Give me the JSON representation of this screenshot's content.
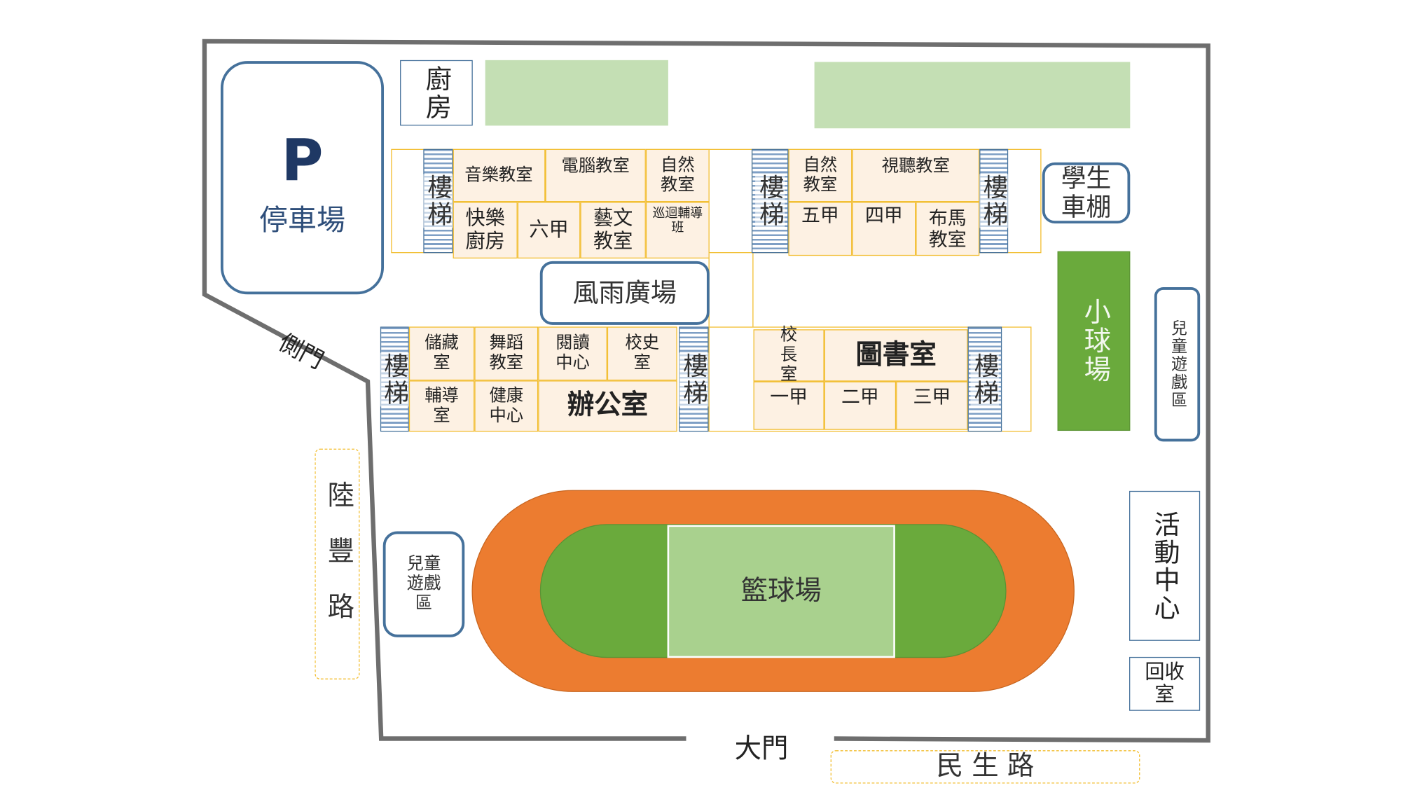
{
  "parking": {
    "symbol": "P",
    "label": "停車場"
  },
  "kitchen": "廚房",
  "student_shed": "學生車棚",
  "side_gate": "側門",
  "main_gate": "大門",
  "roads": {
    "west": "陸豐路",
    "south": "民 生 路"
  },
  "plaza": "風雨廣場",
  "stairs": "樓梯",
  "small_court": "小球場",
  "playground": "兒童遊戲區",
  "activity_center": "活動中心",
  "recycling_room": "回收室",
  "basketball_court": "籃球場",
  "north_west_block": {
    "music_room": "音樂教室",
    "computer_room": "電腦教室",
    "science_room_1": "自然教室",
    "happy_kitchen": "快樂廚房",
    "class_6a": "六甲",
    "arts_room": "藝文教室",
    "itinerant_class": "巡迴輔導班"
  },
  "north_east_block": {
    "science_room_2": "自然教室",
    "av_room": "視聽教室",
    "class_5a": "五甲",
    "class_4a": "四甲",
    "puppet_room": "布馬教室"
  },
  "south_west_block": {
    "storage": "儲藏室",
    "dance_room": "舞蹈教室",
    "reading_center": "閱讀中心",
    "history_room": "校史室",
    "counseling_room": "輔導室",
    "health_center": "健康中心",
    "office": "辦公室"
  },
  "south_east_block": {
    "principal_room": "校長室",
    "library": "圖書室",
    "class_1a": "一甲",
    "class_2a": "二甲",
    "class_3a": "三甲"
  }
}
